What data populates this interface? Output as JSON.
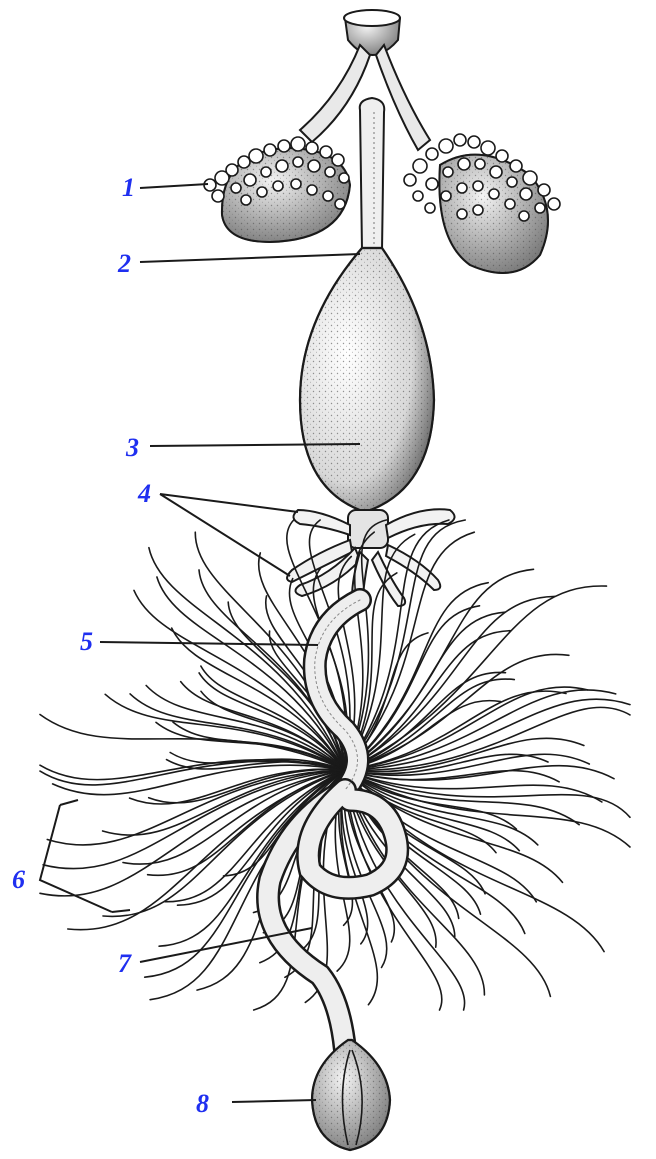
{
  "colors": {
    "background": "#ffffff",
    "ink": "#1a1a1a",
    "labels": "#1f2ff0"
  },
  "labels": {
    "l1": "1",
    "l2": "2",
    "l3": "3",
    "l4": "4",
    "l5": "5",
    "l6": "6",
    "l7": "7",
    "l8": "8"
  }
}
